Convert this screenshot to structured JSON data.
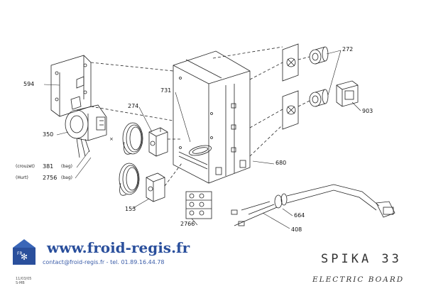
{
  "diagram": {
    "parts": {
      "p594": "594",
      "p350": "350",
      "p381": "381",
      "p2756a": "2756",
      "p731": "731",
      "p274": "274",
      "p153": "153",
      "p2766": "2766",
      "p680": "680",
      "p272": "272",
      "p903": "903",
      "p664": "664",
      "p408": "408"
    },
    "notes": {
      "crouzet": "(crouzet)",
      "bag1": "(bag)",
      "hurt": "(Hurt)",
      "bag2": "(bag)"
    }
  },
  "footer": {
    "website": "www.froid-regis.fr",
    "contact": "contact@froid-regis.fr - tel. 01.89.16.44.78",
    "title": "SPIKA 33",
    "subtitle": "ELECTRIC BOARD",
    "date_line1": "11/03/05",
    "date_line2": "S-MB"
  }
}
